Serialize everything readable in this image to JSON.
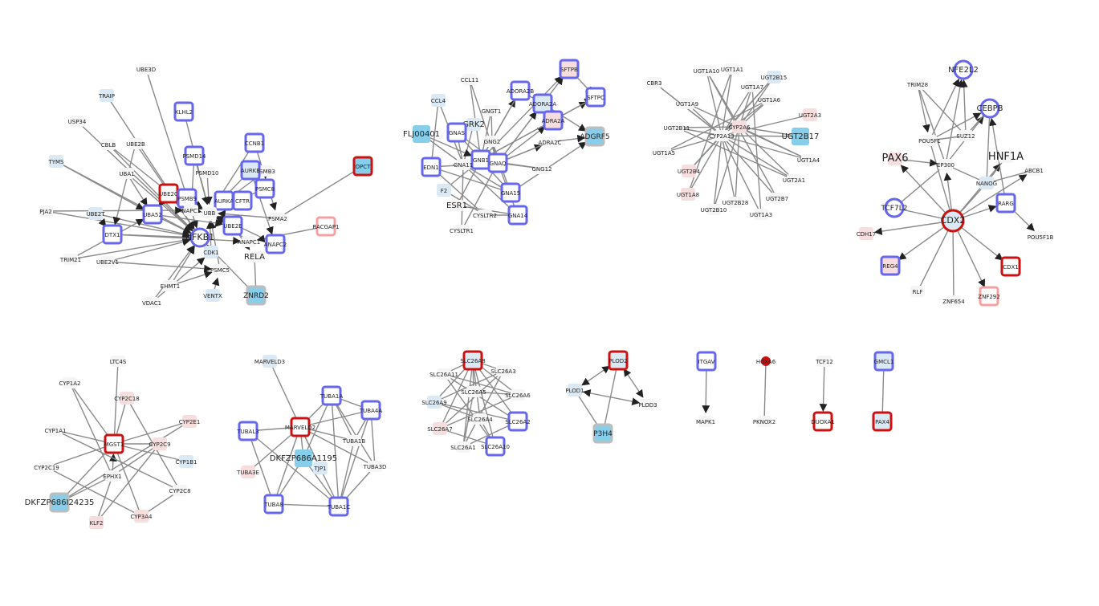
{
  "colors": {
    "edge": "#8a8a8a",
    "border_blue": "#6666ee",
    "border_red": "#cc1111",
    "border_pink": "#f4a0a0",
    "border_gray": "#bdbdbd",
    "fill_sky": "#87ceeb",
    "fill_light": "#dbe9f4",
    "fill_pale": "#f5f5f5",
    "fill_pink": "#f7dede",
    "fill_rose": "#e8c4c4",
    "text_blue": "#2e6fb7",
    "text_red": "#cc1111",
    "text_dark": "#222222"
  },
  "networks": [
    {
      "id": "ubiquitin-proteasome-network",
      "nodes": [
        {
          "label": "UBE3D"
        },
        {
          "label": "TRAIP"
        },
        {
          "label": "USP34"
        },
        {
          "label": "CBLB"
        },
        {
          "label": "UBE2B"
        },
        {
          "label": "KLHL2"
        },
        {
          "label": "TYMS"
        },
        {
          "label": "UBA1"
        },
        {
          "label": "PSMD14"
        },
        {
          "label": "CCNB1"
        },
        {
          "label": "PSMD10"
        },
        {
          "label": "PSMB3"
        },
        {
          "label": "AURKB"
        },
        {
          "label": "OPCT"
        },
        {
          "label": "UBE2C"
        },
        {
          "label": "PSMB9"
        },
        {
          "label": "PSMC8"
        },
        {
          "label": "PJA2"
        },
        {
          "label": "UBE2T"
        },
        {
          "label": "UBA52"
        },
        {
          "label": "ANAPC11"
        },
        {
          "label": "AURKA"
        },
        {
          "label": "CFTR"
        },
        {
          "label": "UBB"
        },
        {
          "label": "PSMA2"
        },
        {
          "label": "RACGAP1"
        },
        {
          "label": "DTX1"
        },
        {
          "label": "NFKB1"
        },
        {
          "label": "UBE2E"
        },
        {
          "label": "ANAPC2"
        },
        {
          "label": "ANAPC1"
        },
        {
          "label": "TRIM21"
        },
        {
          "label": "UBE2V1"
        },
        {
          "label": "CDK1"
        },
        {
          "label": "RELA"
        },
        {
          "label": "PSMC5"
        },
        {
          "label": "EHMT1"
        },
        {
          "label": "VENTX"
        },
        {
          "label": "ZNRD2"
        },
        {
          "label": "VDAC1"
        }
      ]
    },
    {
      "id": "gpcr-signaling-network",
      "nodes": [
        {
          "label": "CCL11"
        },
        {
          "label": "SFTPB"
        },
        {
          "label": "ADORA2B"
        },
        {
          "label": "CCL4"
        },
        {
          "label": "GNGT1"
        },
        {
          "label": "ADORA2A"
        },
        {
          "label": "SFTPC"
        },
        {
          "label": "GRK2"
        },
        {
          "label": "GNAS"
        },
        {
          "label": "ADRA2A"
        },
        {
          "label": "FLJ00401"
        },
        {
          "label": "GNG2"
        },
        {
          "label": "ADRA2C"
        },
        {
          "label": "ADGRF5"
        },
        {
          "label": "GNB1"
        },
        {
          "label": "GNAQ"
        },
        {
          "label": "EDN1"
        },
        {
          "label": "GNA11"
        },
        {
          "label": "GNG12"
        },
        {
          "label": "F2"
        },
        {
          "label": "GNA15"
        },
        {
          "label": "ESR1"
        },
        {
          "label": "CYSLTR2"
        },
        {
          "label": "GNA14"
        },
        {
          "label": "CYSLTR1"
        }
      ]
    },
    {
      "id": "ugt-cyp-network",
      "nodes": [
        {
          "label": "UGT1A10"
        },
        {
          "label": "UGT1A1"
        },
        {
          "label": "UGT2B15"
        },
        {
          "label": "CBR3"
        },
        {
          "label": "UGT1A7"
        },
        {
          "label": "UGT1A9"
        },
        {
          "label": "UGT1A6"
        },
        {
          "label": "UGT2A3"
        },
        {
          "label": "UGT2B11"
        },
        {
          "label": "CYP2A6"
        },
        {
          "label": "CYP2A13"
        },
        {
          "label": "UGT2B17"
        },
        {
          "label": "UGT1A5"
        },
        {
          "label": "UGT1A4"
        },
        {
          "label": "UGT2B4"
        },
        {
          "label": "UGT2A1"
        },
        {
          "label": "UGT1A8"
        },
        {
          "label": "UGT2B28"
        },
        {
          "label": "UGT2B7"
        },
        {
          "label": "UGT2B10"
        },
        {
          "label": "UGT1A3"
        }
      ]
    },
    {
      "id": "cdx2-transcription-network",
      "nodes": [
        {
          "label": "NFE2L2"
        },
        {
          "label": "TRIM28"
        },
        {
          "label": "CEBPB"
        },
        {
          "label": "POU5F1"
        },
        {
          "label": "SUZ12"
        },
        {
          "label": "PAX6"
        },
        {
          "label": "HNF1A"
        },
        {
          "label": "EP300"
        },
        {
          "label": "ABCB1"
        },
        {
          "label": "NANOG"
        },
        {
          "label": "TCF7L2"
        },
        {
          "label": "RARG"
        },
        {
          "label": "CDX2"
        },
        {
          "label": "CDH17"
        },
        {
          "label": "POU5F1B"
        },
        {
          "label": "REG4"
        },
        {
          "label": "CDX1"
        },
        {
          "label": "RLF"
        },
        {
          "label": "ZNF654"
        },
        {
          "label": "ZNF292"
        }
      ]
    },
    {
      "id": "mgst1-network",
      "nodes": [
        {
          "label": "LTC4S"
        },
        {
          "label": "CYP1A2"
        },
        {
          "label": "CYP2C18"
        },
        {
          "label": "CYP2E1"
        },
        {
          "label": "CYP1A1"
        },
        {
          "label": "MGST1"
        },
        {
          "label": "CYP2C9"
        },
        {
          "label": "CYP1B1"
        },
        {
          "label": "CYP2C19"
        },
        {
          "label": "EPHX1"
        },
        {
          "label": "CYP2C8"
        },
        {
          "label": "DKFZP686I24235"
        },
        {
          "label": "KLF2"
        },
        {
          "label": "CYP3A4"
        }
      ]
    },
    {
      "id": "tubulin-network",
      "nodes": [
        {
          "label": "MARVELD3"
        },
        {
          "label": "TUBA1A"
        },
        {
          "label": "TUBA4A"
        },
        {
          "label": "TUBAL3"
        },
        {
          "label": "MARVELD2"
        },
        {
          "label": "TUBA1B"
        },
        {
          "label": "DKFZP686A1195"
        },
        {
          "label": "TUBA3D"
        },
        {
          "label": "TUBA3E"
        },
        {
          "label": "TJP1"
        },
        {
          "label": "TUBA8"
        },
        {
          "label": "TUBA1C"
        }
      ]
    },
    {
      "id": "slc26-network",
      "nodes": [
        {
          "label": "SLC26A8"
        },
        {
          "label": "SLC26A11"
        },
        {
          "label": "SLC26A3"
        },
        {
          "label": "SLC26A5"
        },
        {
          "label": "SLC26A9"
        },
        {
          "label": "SLC26A6"
        },
        {
          "label": "SLC26A4"
        },
        {
          "label": "SLC26A2"
        },
        {
          "label": "SLC26A7"
        },
        {
          "label": "SLC26A1"
        },
        {
          "label": "SLC26A10"
        }
      ]
    },
    {
      "id": "plod-network",
      "nodes": [
        {
          "label": "PLOD2"
        },
        {
          "label": "PLOD1"
        },
        {
          "label": "PLOD3"
        },
        {
          "label": "P3H4"
        }
      ]
    },
    {
      "id": "pair-itgav-mapk1",
      "nodes": [
        {
          "label": "ITGAV"
        },
        {
          "label": "MAPK1"
        }
      ]
    },
    {
      "id": "pair-hoxa6-pknox2",
      "nodes": [
        {
          "label": "HOXA6"
        },
        {
          "label": "PKNOX2"
        }
      ]
    },
    {
      "id": "pair-tcf12-duoxa1",
      "nodes": [
        {
          "label": "TCF12"
        },
        {
          "label": "DUOXA1"
        }
      ]
    },
    {
      "id": "pair-gmcl1-pax4",
      "nodes": [
        {
          "label": "GMCL1"
        },
        {
          "label": "PAX4"
        }
      ]
    }
  ]
}
